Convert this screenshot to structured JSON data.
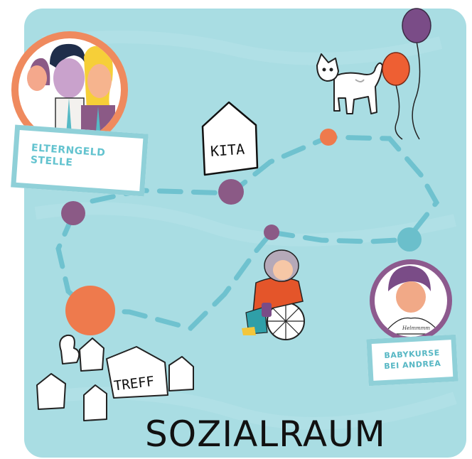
{
  "title": "SOZIALRAUM",
  "places": {
    "kita": "KITA",
    "treff": "TREFF",
    "elterngeld_line1": "ELTERNGELD",
    "elterngeld_line2": "STELLE",
    "babykurse_line1": "BABYKURSE",
    "babykurse_line2": "BEI ANDREA",
    "shirt_text": "Helmmmm"
  },
  "colors": {
    "background": "#a9dde3",
    "path": "#6fc2cf",
    "stop_purple": "#8b5a86",
    "stop_orange": "#ee7a4d",
    "stop_teal": "#6bbfcb",
    "sign_border": "#8fd0d8",
    "sign_text": "#63c3cf",
    "balloon_purple": "#7a4c87",
    "balloon_orange": "#ee5f33",
    "portrait_ring_orange": "#ef8a5e",
    "portrait_ring_purple": "#8d5a8e"
  }
}
